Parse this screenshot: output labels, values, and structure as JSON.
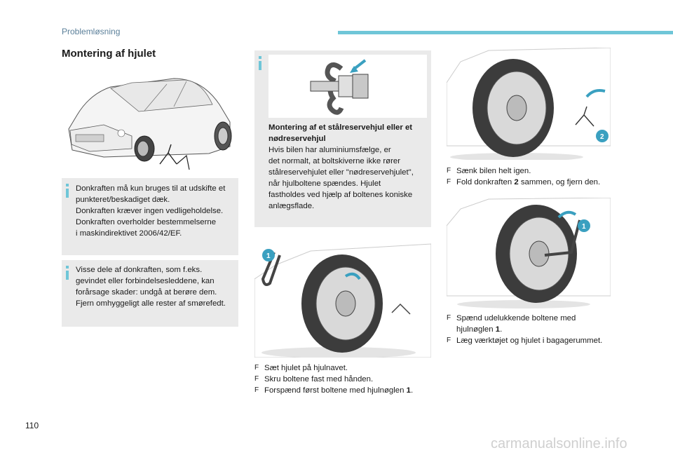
{
  "header": {
    "section": "Problemløsning"
  },
  "page": {
    "title": "Montering af hjulet",
    "number": "110"
  },
  "watermark": "carmanualsonline.info",
  "colors": {
    "accent": "#6fc6d8",
    "badge": "#3aa0c0",
    "box_bg": "#eaeaea"
  },
  "info_jack": {
    "icon": "info-icon",
    "lines": [
      "Donkraften må kun bruges til at udskifte et",
      "punkteret/beskadiget dæk.",
      "Donkraften kræver ingen vedligeholdelse.",
      "Donkraften overholder bestemmelserne",
      "i maskindirektivet 2006/42/EF."
    ]
  },
  "info_grease": {
    "icon": "info-icon",
    "lines": [
      "Visse dele af donkraften, som f.eks.",
      "gevindet eller forbindelsesleddene, kan",
      "forårsage skader: undgå at berøre dem.",
      "Fjern omhyggeligt alle rester af smørefedt."
    ]
  },
  "info_steel": {
    "icon": "info-icon",
    "title_lines": [
      "Montering af et stålreservehjul eller et",
      "nødreservehjul"
    ],
    "lines": [
      "Hvis bilen har aluminiumsfælge, er",
      "det normalt, at boltskiverne ikke rører",
      "stålreservehjulet eller \"nødreservehjulet\",",
      "når hjulboltene spændes. Hjulet",
      "fastholdes ved hjælp af boltenes koniske",
      "anlægsflade."
    ]
  },
  "steps_mount": [
    {
      "text": "Sæt hjulet på hjulnavet."
    },
    {
      "text": "Skru boltene fast med hånden."
    },
    {
      "text": "Forspænd først boltene med hjulnøglen ",
      "bold": "1",
      "after": "."
    }
  ],
  "steps_lower": [
    {
      "text": "Sænk bilen helt igen."
    },
    {
      "text": "Fold donkraften ",
      "bold": "2",
      "after": " sammen, og fjern den."
    }
  ],
  "steps_tighten": [
    {
      "text": "Spænd udelukkende boltene med"
    },
    {
      "text": "hjulnøglen ",
      "bold": "1",
      "after": ".",
      "continuation": true
    },
    {
      "text": "Læg værktøjet og hjulet i bagagerummet."
    }
  ],
  "badges": {
    "wrench": "1",
    "jack": "2"
  },
  "step_marker": "F"
}
